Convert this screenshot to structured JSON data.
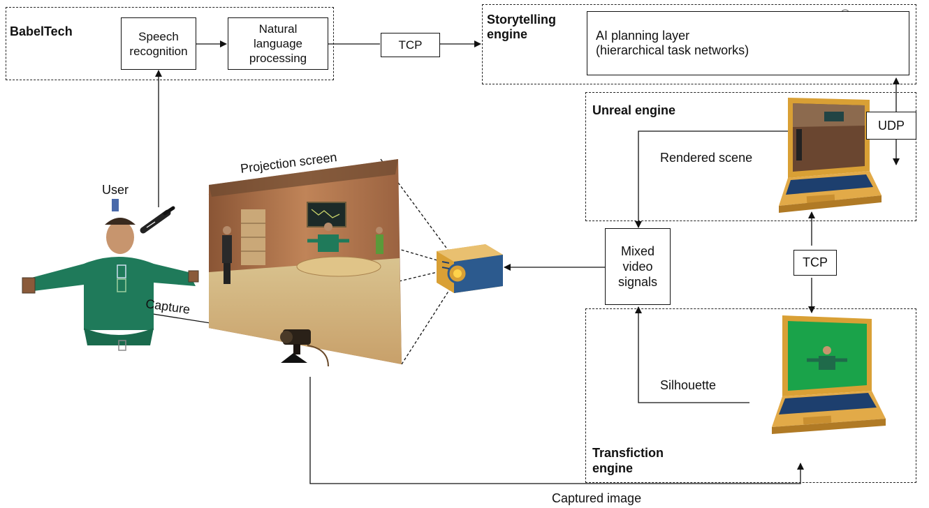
{
  "groups": {
    "babeltech": "BabelTech",
    "storytelling": "Storytelling\nengine",
    "unreal": "Unreal engine",
    "transfiction": "Transfiction\nengine"
  },
  "boxes": {
    "speech": "Speech\nrecognition",
    "nlp": "Natural\nlanguage\nprocessing",
    "tcp_top": "TCP",
    "ai": "AI planning layer\n(hierarchical task networks)",
    "udp": "UDP",
    "mixed": "Mixed\nvideo\nsignals",
    "tcp_mid": "TCP"
  },
  "labels": {
    "user": "User",
    "projection": "Projection screen",
    "capture": "Capture",
    "rendered": "Rendered scene",
    "silhouette": "Silhouette",
    "captured": "Captured image"
  },
  "colors": {
    "laptop_body": "#d9a035",
    "laptop_dark": "#1d3f6e",
    "user_shirt": "#1f7a5a",
    "green_screen": "#1aa34a",
    "wood": "#b77a4a"
  }
}
